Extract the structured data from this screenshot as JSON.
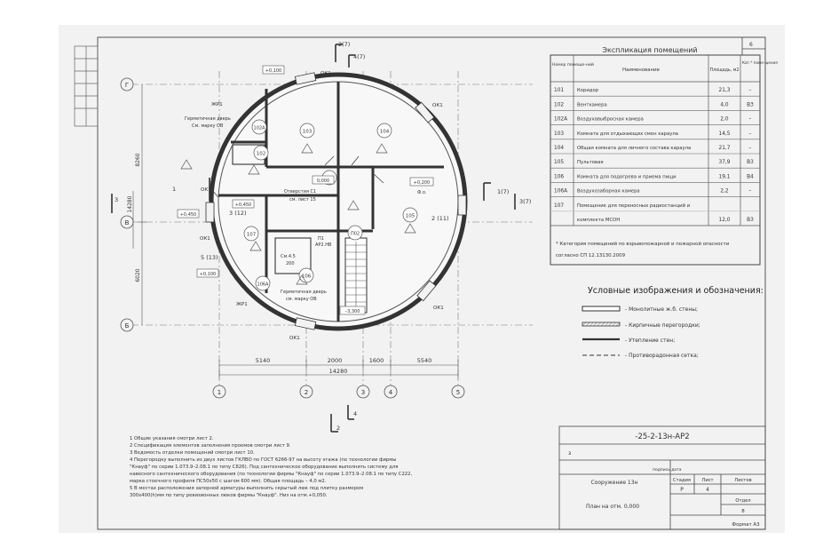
{
  "sheet_number": "6",
  "explication": {
    "title": "Экспликация помещений",
    "headers": [
      "Номер помеще-ний",
      "Наименование",
      "Площадь, м2",
      "Кат.* поме-щения"
    ],
    "rows": [
      {
        "num": "101",
        "name": "Коридор",
        "area": "21,3",
        "cat": "–"
      },
      {
        "num": "102",
        "name": "Венткамера",
        "area": "4,0",
        "cat": "В3"
      },
      {
        "num": "102А",
        "name": "Воздухавыбросная камера",
        "area": "2,0",
        "cat": "–"
      },
      {
        "num": "103",
        "name": "Комната для отдыхающих смен караула",
        "area": "14,5",
        "cat": "–"
      },
      {
        "num": "104",
        "name": "Общая комната для личного состава караула",
        "area": "21,7",
        "cat": "–"
      },
      {
        "num": "105",
        "name": "Пультовая",
        "area": "37,9",
        "cat": "В3"
      },
      {
        "num": "106",
        "name": "Комната для подогрева и приема пищи",
        "area": "19,1",
        "cat": "В4"
      },
      {
        "num": "106А",
        "name": "Воздухозаборная камера",
        "area": "2,2",
        "cat": "–"
      },
      {
        "num": "107",
        "name": "Помещение для переносных радиостанций и",
        "area": "",
        "cat": ""
      },
      {
        "num": "",
        "name": "комплекта МСОН",
        "area": "12,0",
        "cat": "В3"
      }
    ],
    "footnote_1": "* Категория помещений по взрывопожарной и пожарной опасности",
    "footnote_2": "согласно СП 12.13130.2009"
  },
  "legend": {
    "title": "Условные изображения и обозначения:",
    "items": [
      "- Монолитные ж.б. стены;",
      "- Кирпичные перегородки;",
      "- Утепление стен;",
      "- Противорадонная сетка;"
    ]
  },
  "plan": {
    "axes_rows": [
      "Г",
      "В",
      "Б"
    ],
    "axes_cols": [
      "1",
      "2",
      "3",
      "4",
      "5"
    ],
    "dims_bottom": [
      "5140",
      "2000",
      "1600",
      "5540"
    ],
    "dim_total": "14280",
    "dims_left": [
      "8260",
      "14280",
      "6020"
    ],
    "section_marks": [
      "2(7)",
      "4(7)",
      "1(7)",
      "3(7)",
      "2 (11)",
      "3 (12)",
      "5 (13)",
      "1",
      "3",
      "2",
      "4"
    ],
    "room_tags": [
      "101",
      "102",
      "102А",
      "103",
      "104",
      "105",
      "106",
      "106А",
      "107",
      "П02"
    ],
    "elevations": [
      "+0,100",
      "+0,450",
      "+0,200",
      "0,000",
      "+0,450",
      "+0,100",
      "–3,300"
    ],
    "door_marks": [
      "ОК1",
      "ОК1",
      "ОК1",
      "ОК1",
      "ОК1",
      "ОК1",
      "ЖР1",
      "ЖР1"
    ],
    "labels": {
      "hermetic_top": "Герметичная дверь",
      "hermetic_top_ref": "См. марку ОВ",
      "opening": "Отверстия С1",
      "opening_ref": "см. лист 15",
      "p1": "П1",
      "p1_ref": "АР2.НВ",
      "hermetic_bottom": "Герметичная дверь",
      "hermetic_bottom_ref": "см. марку ОВ",
      "sm": "См.4.5",
      "fo": "Ф.о.",
      "dim_200": "200"
    }
  },
  "notes": [
    "1  Общие указания смотри лист 2.",
    "2  Спецификация элементов заполнения проемов смотри лист 9.",
    "3  Ведомость отделки помещений смотри лист 10.",
    "4  Перегородку выполнить из двух листов ГКЛВО по ГОСТ 6266-97 на высоту этажа (по технологии фирмы",
    "\"Кнауф\" по серии 1.073.9–2.08.1 по типу С826). Под сантехническое оборудование выполнить систему для",
    "навесного сантехнического оборудования (по технологии фирмы \"Кнауф\" по серии 1.073.9–2.08.1 по типу С222,",
    "марка стоечного профиля ПС50х50 с шагом 600 мм). Общая площадь – 4,0 м2.",
    "5  В местах расположения запорной арматуры выполнить скрытый люк под плитку размером",
    "300х400(h)мм по типу ревизионных люков фирмы \"Кнауф\". Низ на отм.+0,050."
  ],
  "title_block": {
    "code": "-25-2-13н-АР2",
    "small_1": "з",
    "small_2": "подпись дата",
    "building": "Сооружение 13н",
    "stage_label": "Стадия",
    "sheet_label": "Лист",
    "sheets_label": "Листов",
    "stage": "Р",
    "sheet": "4",
    "sheets": "",
    "drawing": "План на отм. 0,000",
    "org_label": "Отдел",
    "org_value": "8",
    "format": "Формат А3"
  }
}
